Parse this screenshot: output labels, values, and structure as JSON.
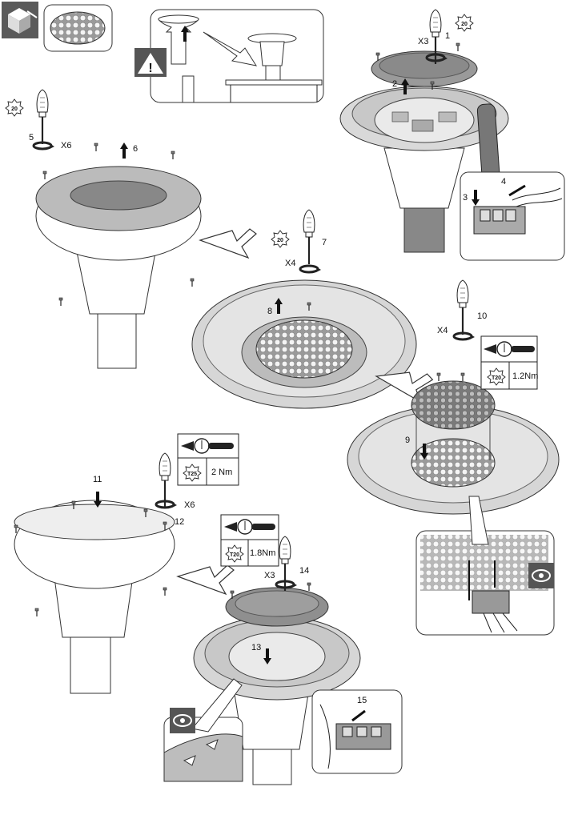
{
  "steps": {
    "s1": "1",
    "s2": "2",
    "s3": "3",
    "s4": "4",
    "s5": "5",
    "s6": "6",
    "s7": "7",
    "s8": "8",
    "s9": "9",
    "s10": "10",
    "s11": "11",
    "s12": "12",
    "s13": "13",
    "s14": "14",
    "s15": "15"
  },
  "multipliers": {
    "x3_top": "X3",
    "x6_left": "X6",
    "x4_mid": "X4",
    "x4_right": "X4",
    "x6_lower": "X6",
    "x3_lower": "X3"
  },
  "bit_sizes": {
    "b1": "20",
    "b5": "20",
    "b7": "20"
  },
  "torque": {
    "t_right": {
      "value": "1.2Nm",
      "bit": "T20"
    },
    "t_left": {
      "value": "2 Nm",
      "bit": "T25"
    },
    "t_center": {
      "value": "1.8Nm",
      "bit": "T20"
    }
  },
  "warning_symbol": "!",
  "icons": [
    "package-cube-icon",
    "warning-triangle-icon",
    "eye-icon",
    "screwdriver-icon",
    "torque-wrench-icon",
    "torx-bit-icon"
  ]
}
